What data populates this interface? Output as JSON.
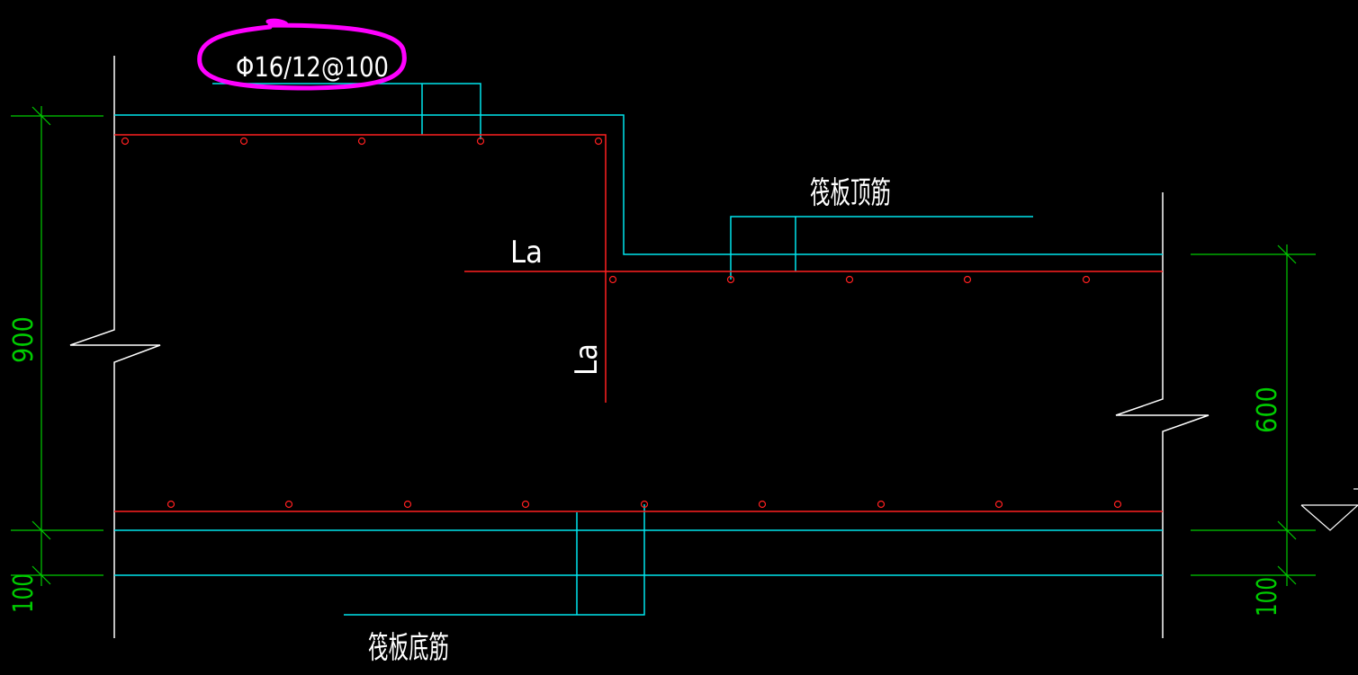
{
  "drawing": {
    "rebar_callout": "Φ16/12@100",
    "label_top_rebar": "筏板顶筋",
    "label_bottom_rebar": "筏板底筋",
    "anchor_label_horizontal": "La",
    "anchor_label_vertical": "La",
    "dim_left_main": "900",
    "dim_left_cover": "100",
    "dim_right_main": "600",
    "dim_right_cover": "100"
  },
  "colors": {
    "background": "#000000",
    "outline": "#ffffff",
    "rebar": "#ff2020",
    "leader": "#00e5ee",
    "dimension": "#00cc00",
    "highlight": "#ff00ff"
  }
}
